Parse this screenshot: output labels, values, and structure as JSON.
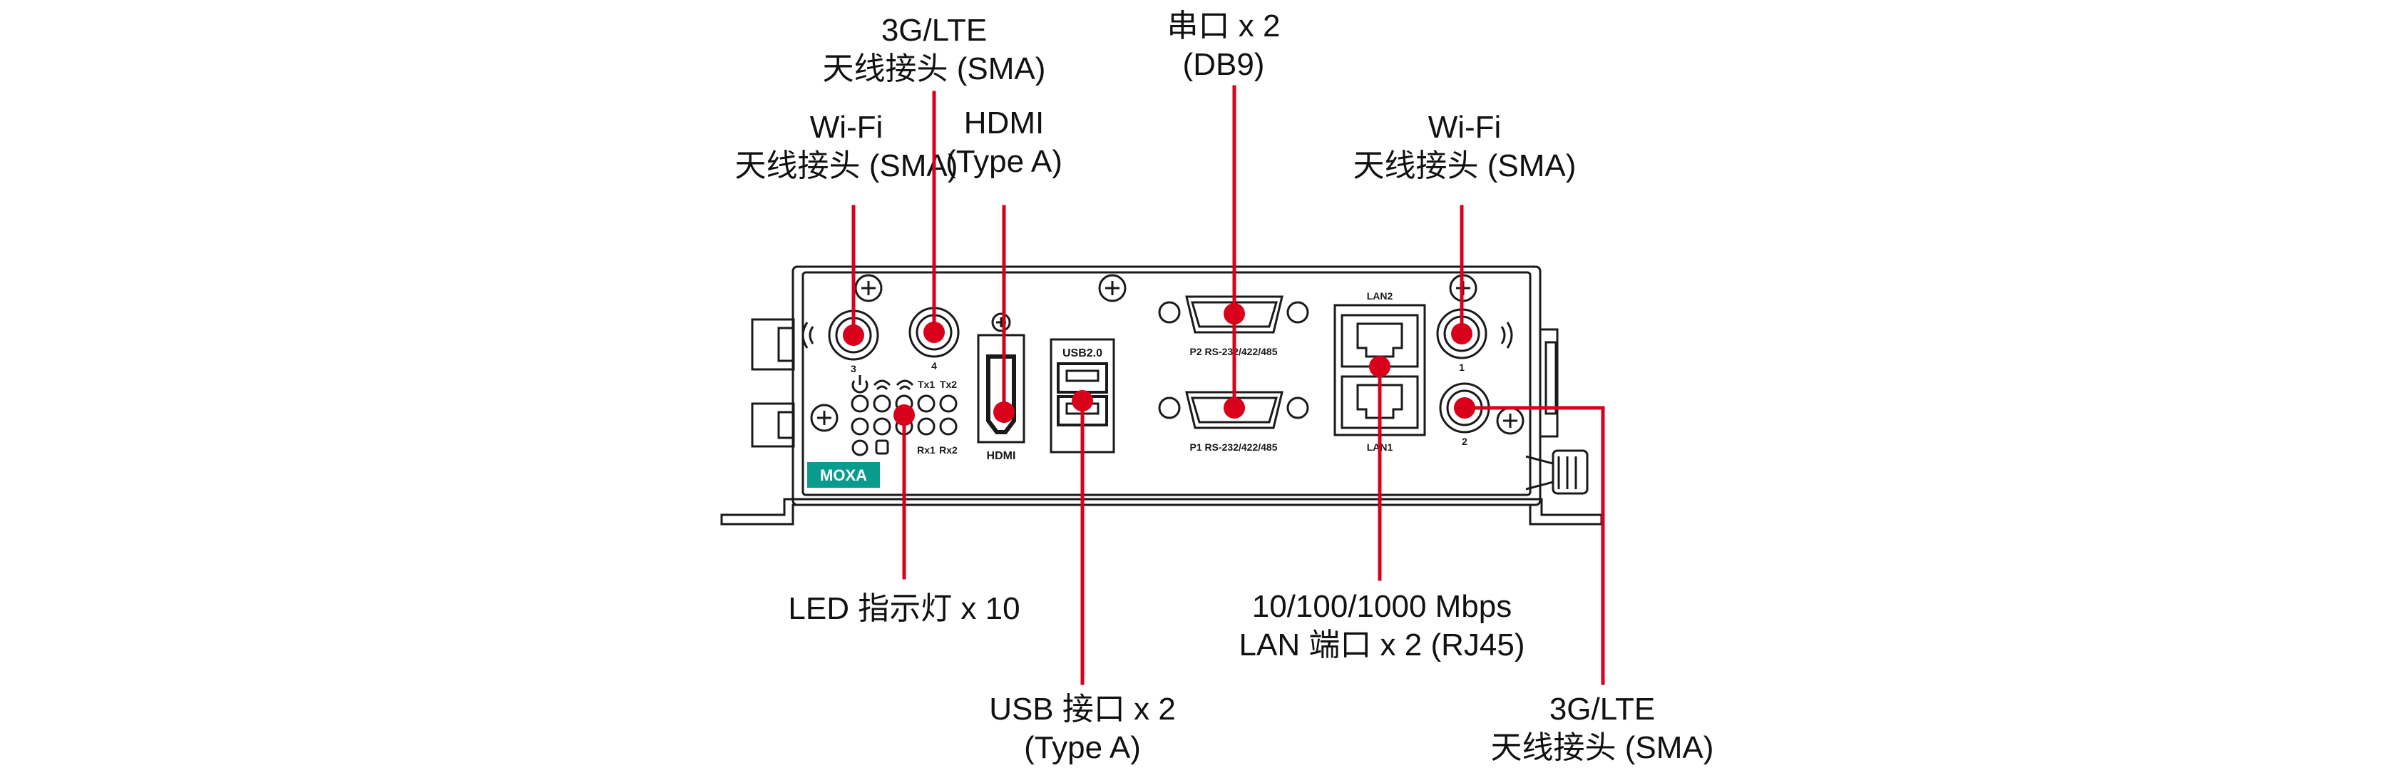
{
  "colors": {
    "leader": "#d9001b",
    "outline": "#1a1a1a",
    "brand": "#0a9b8f"
  },
  "callouts": {
    "wifi_left": {
      "line1": "Wi-Fi",
      "line2": "天线接头 (SMA)"
    },
    "lte_left": {
      "line1": "3G/LTE",
      "line2": "天线接头 (SMA)"
    },
    "hdmi": {
      "line1": "HDMI",
      "line2": "(Type A)"
    },
    "serial": {
      "line1": "串口 x 2",
      "line2": "(DB9)"
    },
    "wifi_right": {
      "line1": "Wi-Fi",
      "line2": "天线接头 (SMA)"
    },
    "led": {
      "line1": "LED 指示灯 x 10"
    },
    "usb": {
      "line1": "USB 接口 x 2",
      "line2": "(Type A)"
    },
    "lan": {
      "line1": "10/100/1000 Mbps",
      "line2": "LAN 端口 x 2 (RJ45)"
    },
    "lte_right": {
      "line1": "3G/LTE",
      "line2": "天线接头 (SMA)"
    }
  },
  "panel": {
    "usb_label": "USB2.0",
    "hdmi_label": "HDMI",
    "lan2_label": "LAN2",
    "lan1_label": "LAN1",
    "p2_label": "P2  RS-232/422/485",
    "p1_label": "P1  RS-232/422/485",
    "ant_3": "3",
    "ant_4": "4",
    "ant_1": "1",
    "ant_2": "2",
    "led_tx1": "Tx1",
    "led_tx2": "Tx2",
    "led_rx1": "Rx1",
    "led_rx2": "Rx2",
    "brand_logo": "MOXA"
  }
}
